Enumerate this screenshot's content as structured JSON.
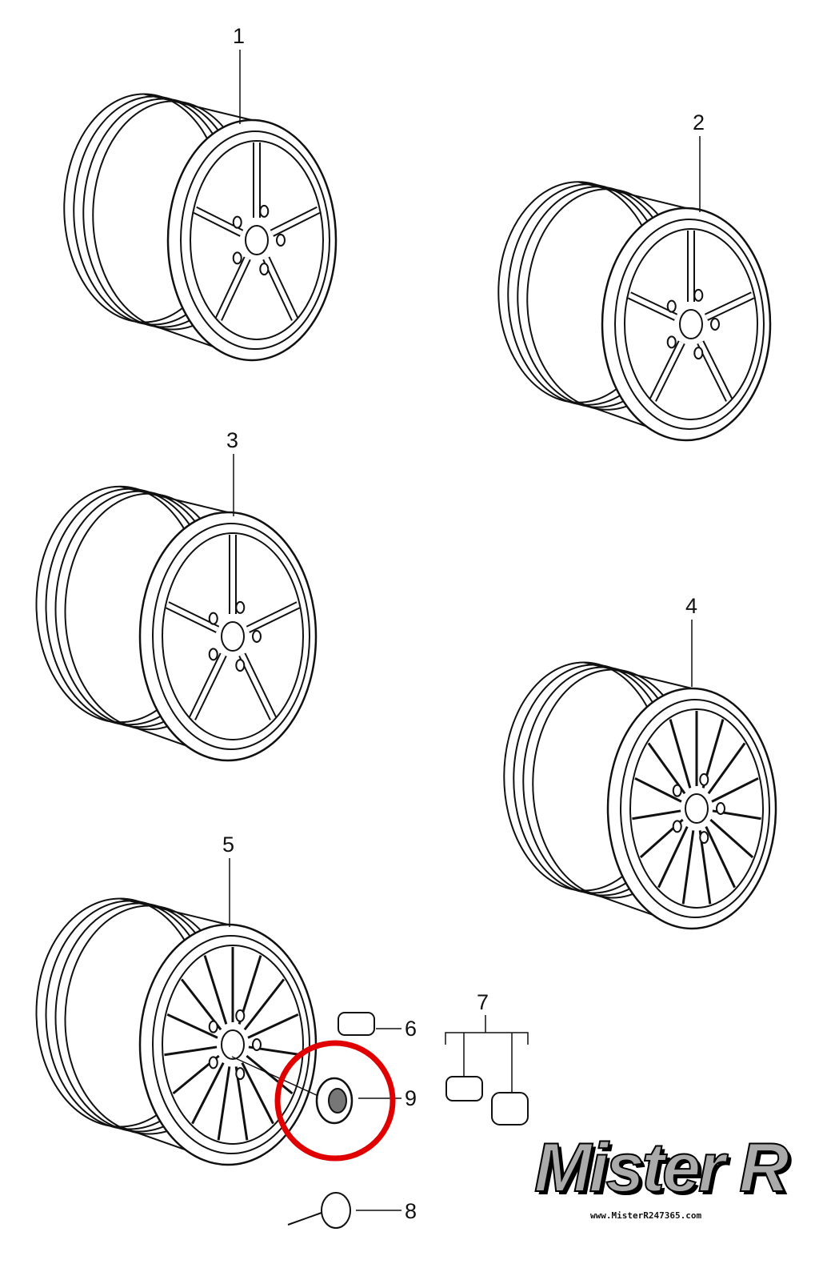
{
  "callouts": {
    "p1": "1",
    "p2": "2",
    "p3": "3",
    "p4": "4",
    "p5": "5",
    "p6": "6",
    "p7": "7",
    "p8": "8",
    "p9": "9"
  },
  "highlight": {
    "part": "9",
    "color": "#e00000"
  },
  "watermark": {
    "logo": "Mister R",
    "url": "www.MisterR247365.com"
  }
}
